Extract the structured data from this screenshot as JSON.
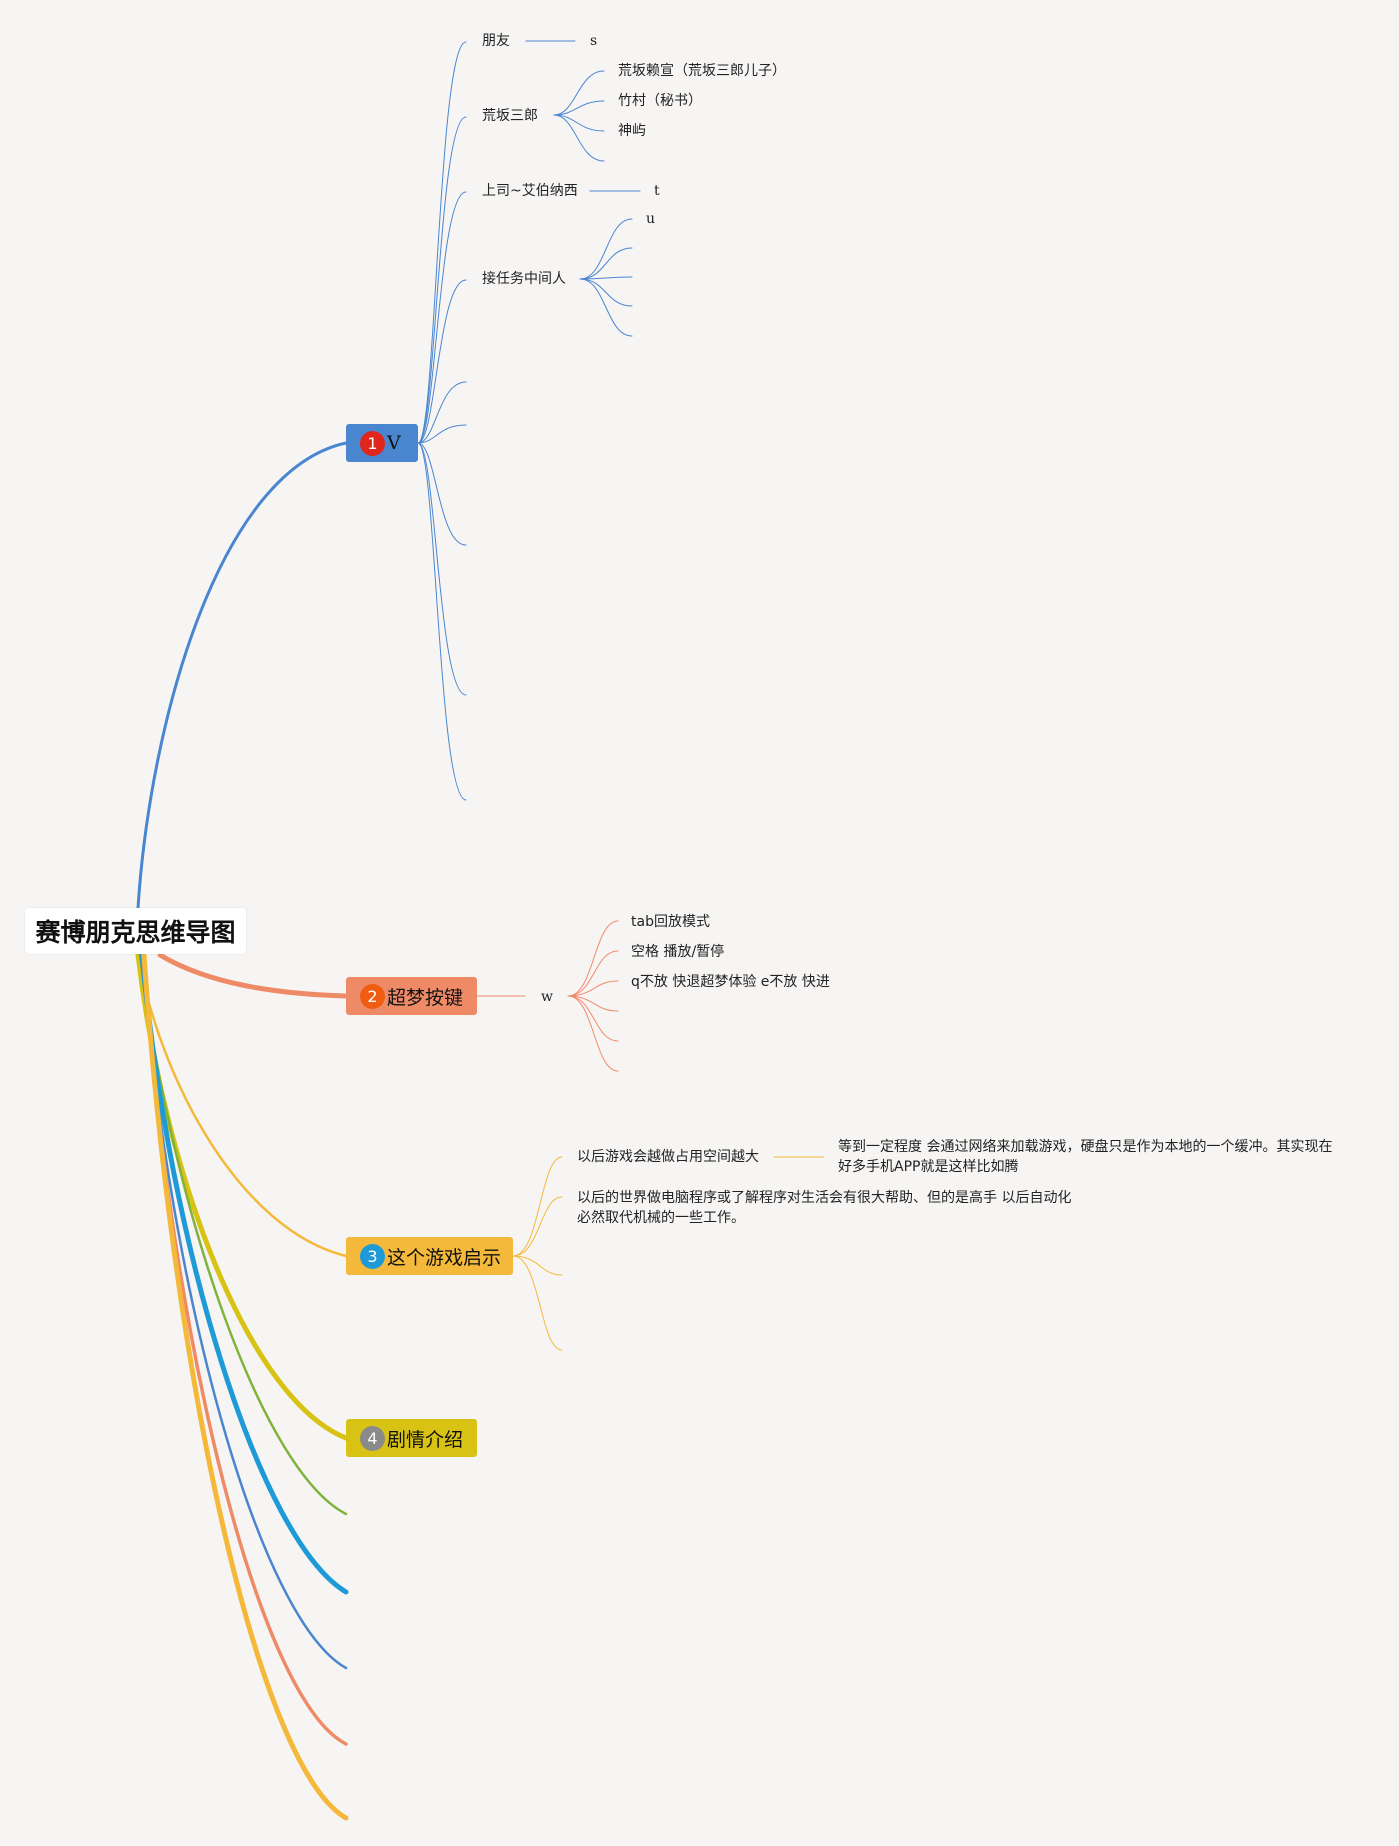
{
  "root": {
    "title": "赛博朋克思维导图"
  },
  "branches": [
    {
      "num": "1",
      "label": "V",
      "color": "#4a86d0",
      "badge": "#e0261a"
    },
    {
      "num": "2",
      "label": "超梦按键",
      "color": "#ef8a67",
      "badge": "#ee5d12"
    },
    {
      "num": "3",
      "label": "这个游戏启示",
      "color": "#f4b93a",
      "badge": "#1e9bd7"
    },
    {
      "num": "4",
      "label": "剧情介绍",
      "color": "#d8c214",
      "badge": "#8a8a8a"
    }
  ],
  "v_children": {
    "friend": "朋友",
    "friend_leaf": "s",
    "arasaka": "荒坂三郎",
    "arasaka_children": [
      "荒坂赖宣（荒坂三郎儿子）",
      "竹村（秘书）",
      "神屿"
    ],
    "boss": "上司~艾伯纳西",
    "boss_leaf": "t",
    "fixer": "接任务中间人",
    "fixer_leaf": "u"
  },
  "dream": {
    "key": "w",
    "items": [
      "tab回放模式",
      "空格 播放/暂停",
      "q不放 快退超梦体验 e不放 快进"
    ]
  },
  "insight": {
    "item1": "以后游戏会越做占用空间越大",
    "item1_note": "等到一定程度 会通过网络来加载游戏，硬盘只是作为本地的一个缓冲。其实现在好多手机APP就是这样比如腾",
    "item2": "以后的世界做电脑程序或了解程序对生活会有很大帮助、但的是高手 以后自动化必然取代机械的一些工作。"
  },
  "extra_colors": [
    "#7fb33b",
    "#1e9bd7",
    "#4a86d0",
    "#ef8a67",
    "#f4b93a"
  ]
}
